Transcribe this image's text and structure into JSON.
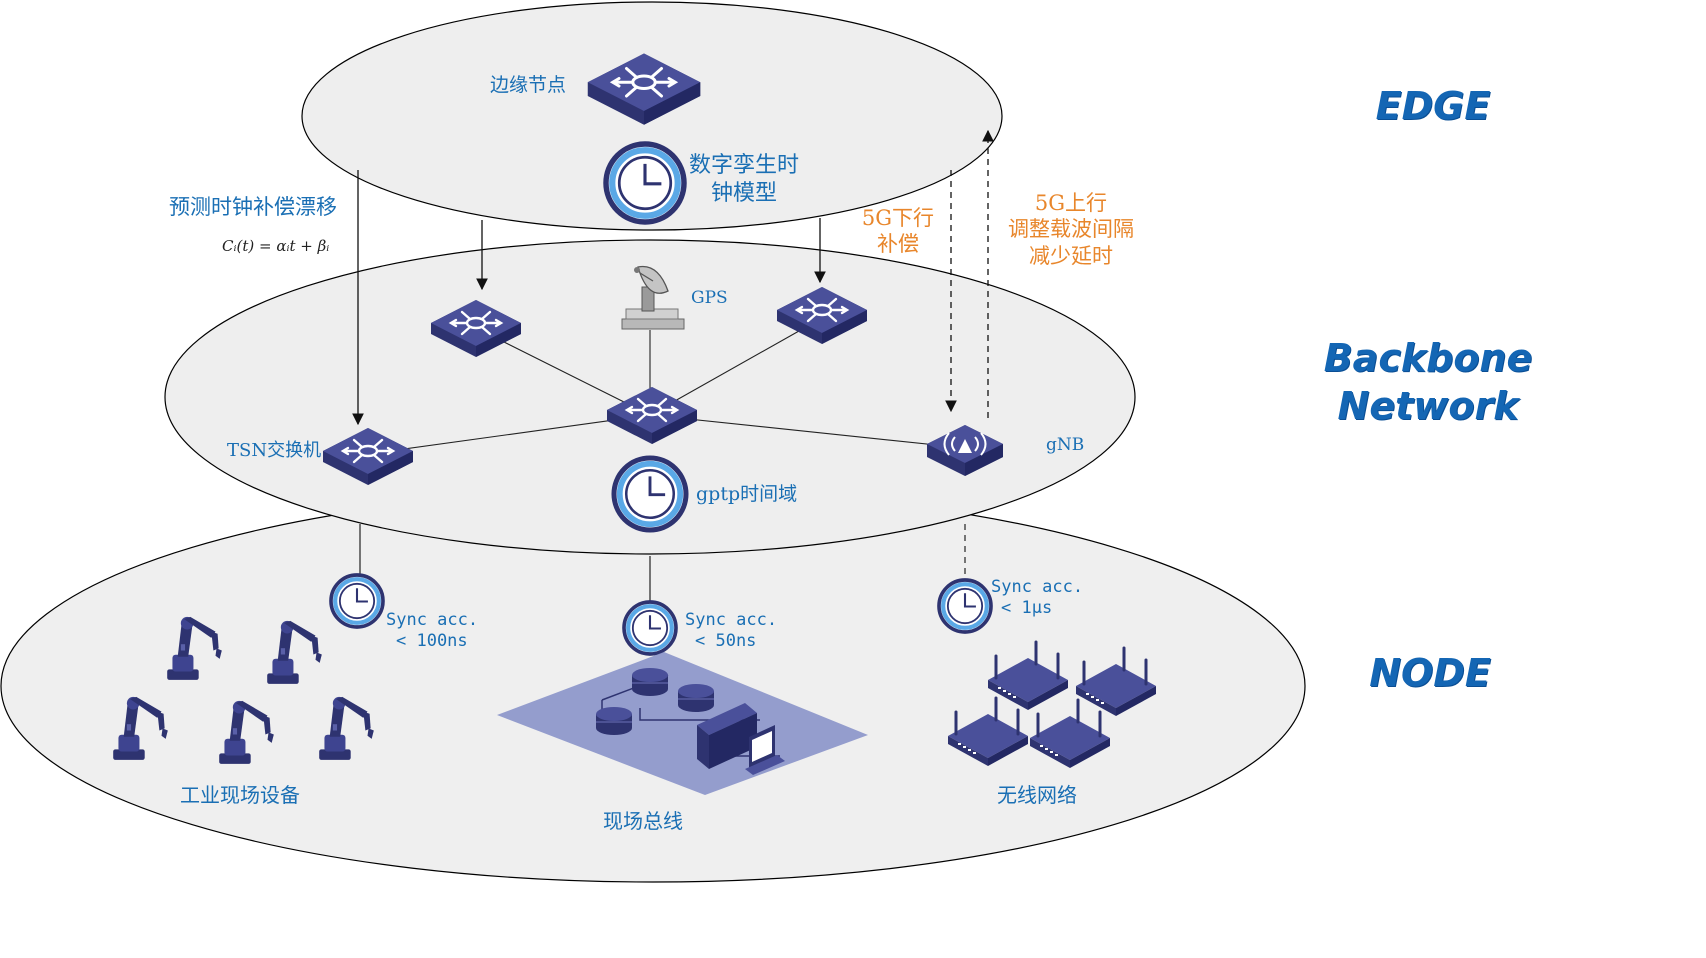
{
  "layers": {
    "edge": "EDGE",
    "backbone_line1": "Backbone",
    "backbone_line2": "Network",
    "node": "NODE"
  },
  "edge": {
    "edge_node_label": "边缘节点",
    "twin_model_line1": "数字孪生时",
    "twin_model_line2": "钟模型"
  },
  "annotations": {
    "predict_label": "预测时钟补偿漂移",
    "formula": "Cᵢ(t) = αᵢt + βᵢ",
    "dl_line1": "5G下行",
    "dl_line2": "补偿",
    "ul_line1": "5G上行",
    "ul_line2": "调整载波间隔",
    "ul_line3": "减少延时"
  },
  "backbone": {
    "gps_label": "GPS",
    "tsn_label": "TSN交换机",
    "gnb_label": "gNB",
    "gptp_label": "gptp时间域"
  },
  "node": {
    "sync_industrial_line1": "Sync acc.",
    "sync_industrial_line2": "< 100ns",
    "sync_fieldbus_line1": "Sync acc.",
    "sync_fieldbus_line2": "< 50ns",
    "sync_wireless_line1": "Sync acc.",
    "sync_wireless_line2": "< 1μs",
    "industrial_label": "工业现场设备",
    "fieldbus_label": "现场总线",
    "wireless_label": "无线网络"
  },
  "colors": {
    "layer_text": "#1466b4",
    "label_blue": "#1a6fb4",
    "label_orange": "#e8862b",
    "device_top": "#4a509a",
    "device_side": "#2e3370",
    "clock_ring": "#5aa8e6",
    "ellipse_fill": "#efefef",
    "fieldbus_plane": "#8a93c9"
  },
  "icons": [
    "switch-icon",
    "clock-icon",
    "satellite-dish-icon",
    "base-station-icon",
    "robot-arm-icon",
    "wireless-router-icon",
    "database-icon",
    "computer-icon"
  ]
}
